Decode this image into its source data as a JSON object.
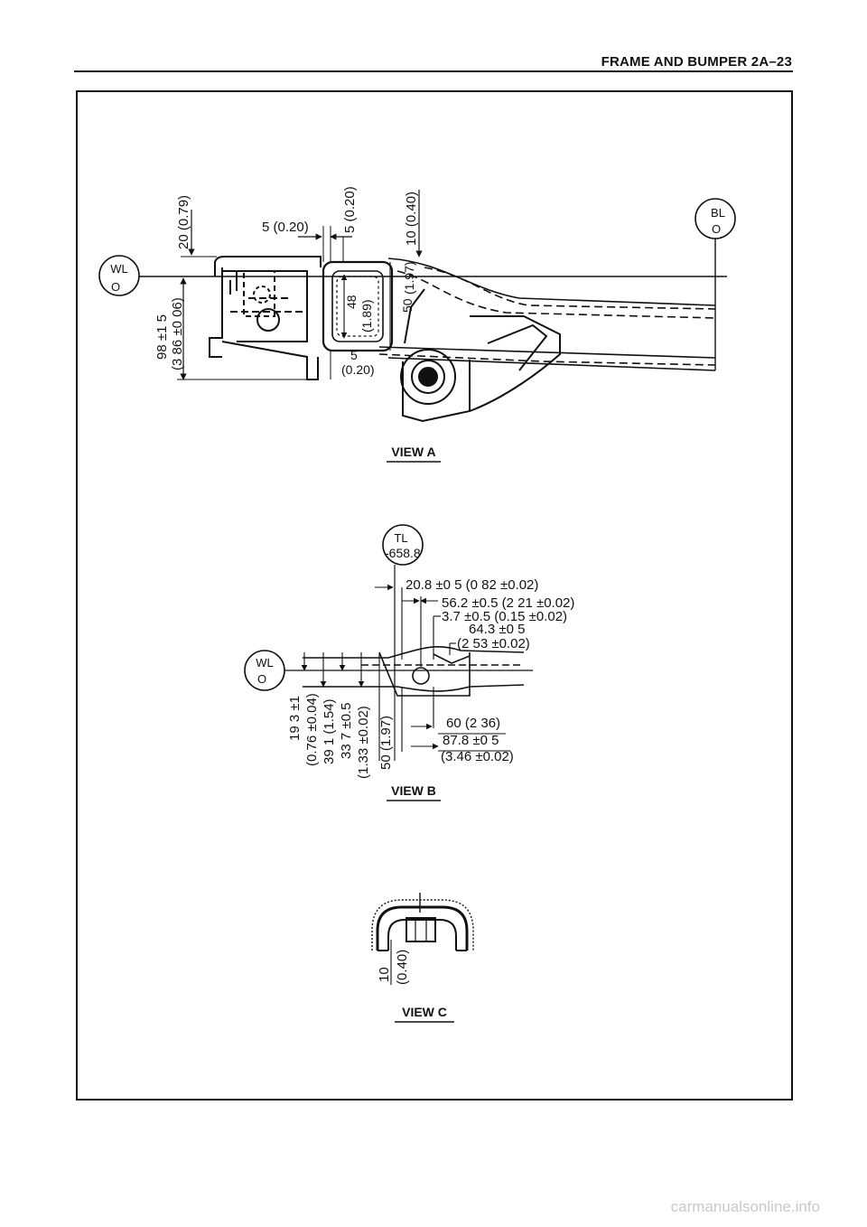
{
  "page_header": {
    "title": "FRAME AND BUMPER 2A–23"
  },
  "view_a": {
    "caption": "VIEW A",
    "markers": {
      "wl_line1": "WL",
      "wl_line2": "O",
      "bl_line1": "BL",
      "bl_line2": "O"
    },
    "dims": {
      "d20": "20 (0.79)",
      "d5_horiz": "5 (0.20)",
      "d5_vert": "5 (0.20)",
      "d10": "10 (0.40)",
      "d98": "98 ±1 5",
      "d98_in": "(3 86 ±0 06)",
      "d48": "48",
      "d48_in": "(1.89)",
      "d50": "50",
      "d50_in": "(1.97)",
      "d5_bottom": "5",
      "d5_bottom_in": "(0.20)"
    }
  },
  "view_b": {
    "caption": "VIEW B",
    "markers": {
      "tl_line1": "TL",
      "tl_value": "-658.8",
      "wl_line1": "WL",
      "wl_line2": "O"
    },
    "dims": {
      "d20_8": "20.8 ±0 5 (0 82 ±0.02)",
      "d56_2": "56.2 ±0.5 (2 21 ±0.02)",
      "d3_7": "3.7 ±0.5 (0.15 ±0.02)",
      "d64_3": "64.3 ±0 5",
      "d64_3_in": "(2 53 ±0.02)",
      "d19_3": "19 3 ±1",
      "d19_3_in": "(0.76 ±0.04)",
      "d39_1": "39 1 (1.54)",
      "d33_7": "33 7 ±0.5",
      "d33_7_in": "(1.33 ±0.02)",
      "d50": "50 (1.97)",
      "d60": "60 (2 36)",
      "d87_8": "87.8 ±0 5",
      "d87_8_in": "(3.46 ±0.02)"
    }
  },
  "view_c": {
    "caption": "VIEW C",
    "dims": {
      "d10": "10",
      "d10_in": "(0.40)"
    }
  },
  "footer": {
    "watermark": "carmanualsonline.info"
  }
}
